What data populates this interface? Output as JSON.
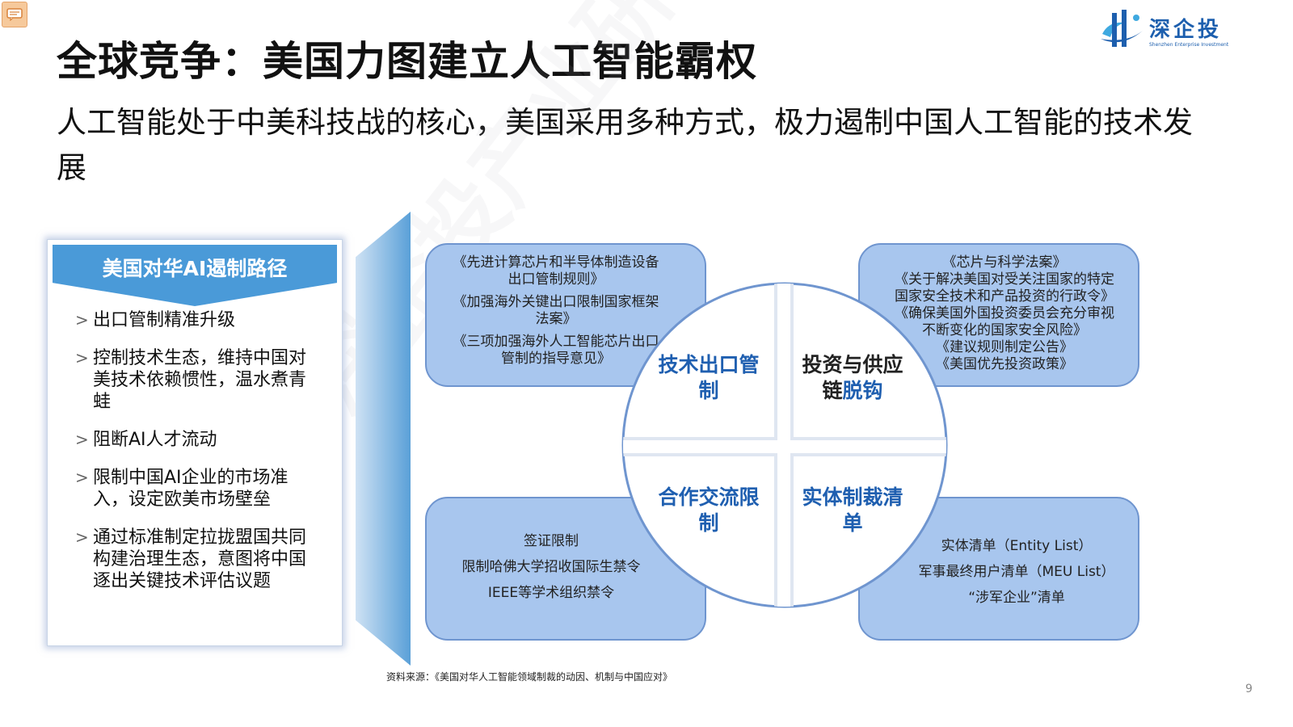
{
  "brand": {
    "name": "深企投",
    "tagline": "Shenzhen Enterprise Investment",
    "colors": {
      "primary": "#1d5fae",
      "accent": "#4a9ad8",
      "box_fill": "#a8c6ee"
    }
  },
  "title": "全球竞争：美国力图建立人工智能霸权",
  "subtitle": "人工智能处于中美科技战的核心，美国采用多种方式，极力遏制中国人工智能的技术发展",
  "watermark": "深企投产业研究院",
  "panel": {
    "header": "美国对华AI遏制路径",
    "items": [
      "出口管制精准升级",
      "控制技术生态，维持中国对美技术依赖惯性，温水煮青蛙",
      "阻断AI人才流动",
      "限制中国AI企业的市场准入，设定欧美市场壁垒",
      "通过标准制定拉拢盟国共同构建治理生态，意图将中国逐出关键技术评估议题"
    ]
  },
  "boxes": {
    "top_left": [
      "《先进计算芯片和半导体制造设备",
      "出口管制规则》",
      "《加强海外关键出口限制国家框架",
      "法案》",
      "《三项加强海外人工智能芯片出口",
      "管制的指导意见》"
    ],
    "top_right": [
      "《芯片与科学法案》",
      "《关于解决美国对受关注国家的特定",
      "国家安全技术和产品投资的行政令》",
      "《确保美国外国投资委员会充分审视",
      "不断变化的国家安全风险》",
      "《建议规则制定公告》",
      "《美国优先投资政策》"
    ],
    "bottom_left": [
      "签证限制",
      "限制哈佛大学招收国际生禁令",
      "IEEE等学术组织禁令"
    ],
    "bottom_right": [
      "实体清单（Entity List）",
      "军事最终用户清单（MEU List）",
      "“涉军企业”清单"
    ]
  },
  "circle": {
    "top_left": [
      "技术出口管",
      "制"
    ],
    "top_right": [
      "投资与供应",
      "链",
      "脱钩"
    ],
    "bottom_left": [
      "合作交流限",
      "制"
    ],
    "bottom_right": [
      "实体制裁清",
      "单"
    ]
  },
  "source": "资料来源：《美国对华人工智能领域制裁的动因、机制与中国应对》",
  "page_number": "9"
}
